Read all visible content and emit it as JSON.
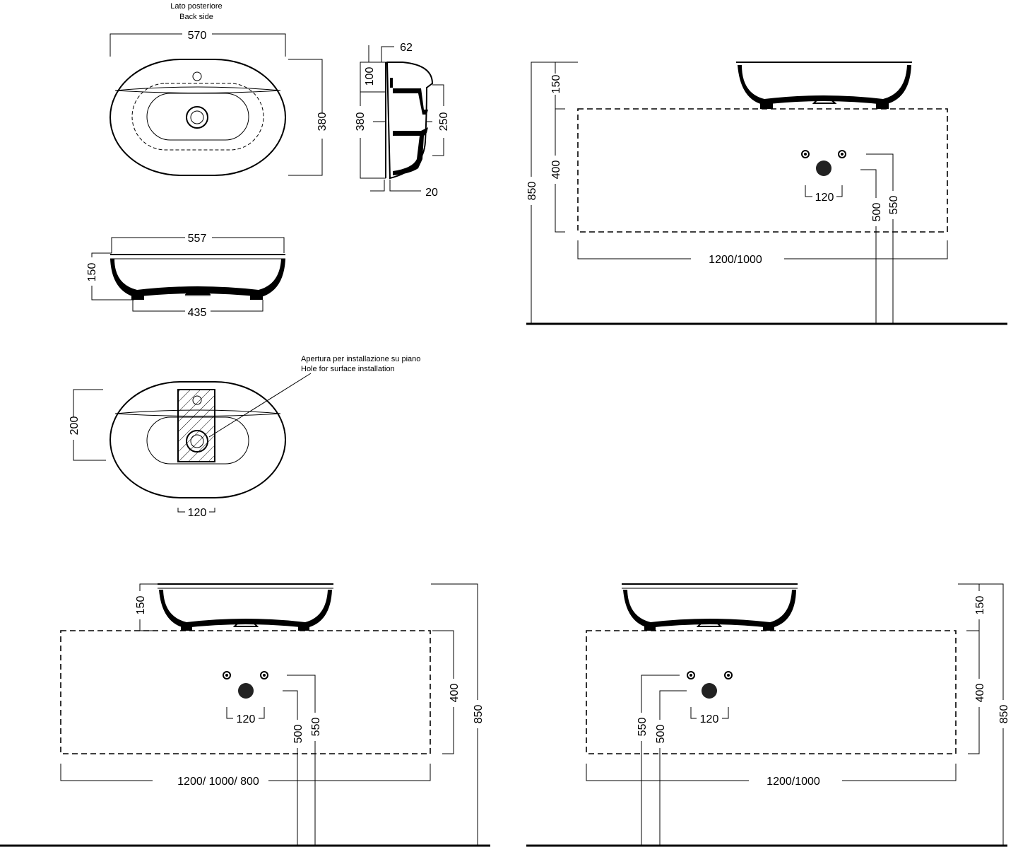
{
  "labels": {
    "back_side_it": "Lato posteriore",
    "back_side_en": "Back side",
    "hole_note_it": "Apertura per installazione su piano",
    "hole_note_en": "Hole for surface installation"
  },
  "top_view": {
    "width": "570",
    "depth": "380"
  },
  "side_view": {
    "top_width": "62",
    "overflow_height": "100",
    "depth": "380",
    "waste_offset": "100",
    "waste_height": "250",
    "bottom_offset": "20"
  },
  "front_view": {
    "top_width": "557",
    "height": "150",
    "base_width": "435"
  },
  "hole_view": {
    "hole_depth": "200",
    "hole_width": "120"
  },
  "install_top_right": {
    "basin_height": "150",
    "cabinet_height": "400",
    "total_height": "850",
    "tap_spacing": "120",
    "waste_height": "500",
    "supply_height": "550",
    "cabinet_width": "1200/1000"
  },
  "install_bottom_left": {
    "basin_height": "150",
    "cabinet_height": "400",
    "total_height": "850",
    "tap_spacing": "120",
    "waste_height": "500",
    "supply_height": "550",
    "cabinet_width": "1200/ 1000/ 800"
  },
  "install_bottom_right": {
    "basin_height": "150",
    "cabinet_height": "400",
    "total_height": "850",
    "tap_spacing": "120",
    "waste_height": "500",
    "supply_height": "550",
    "cabinet_width": "1200/1000"
  }
}
